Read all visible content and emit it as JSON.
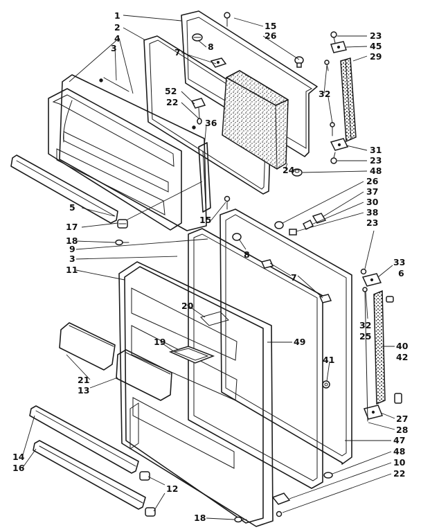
{
  "diagram": {
    "callouts": [
      {
        "id": "c1",
        "label": "1"
      },
      {
        "id": "c2",
        "label": "2"
      },
      {
        "id": "c4",
        "label": "4"
      },
      {
        "id": "c3a",
        "label": "3"
      },
      {
        "id": "c15a",
        "label": "15"
      },
      {
        "id": "c26a",
        "label": "26"
      },
      {
        "id": "c8a",
        "label": "8"
      },
      {
        "id": "c7a",
        "label": "7"
      },
      {
        "id": "c52",
        "label": "52"
      },
      {
        "id": "c22a",
        "label": "22"
      },
      {
        "id": "c36",
        "label": "36"
      },
      {
        "id": "c23a",
        "label": "23"
      },
      {
        "id": "c45",
        "label": "45"
      },
      {
        "id": "c29",
        "label": "29"
      },
      {
        "id": "c32a",
        "label": "32"
      },
      {
        "id": "c31",
        "label": "31"
      },
      {
        "id": "c23b",
        "label": "23"
      },
      {
        "id": "c48a",
        "label": "48"
      },
      {
        "id": "c24",
        "label": "24"
      },
      {
        "id": "c26b",
        "label": "26"
      },
      {
        "id": "c37",
        "label": "37"
      },
      {
        "id": "c30",
        "label": "30"
      },
      {
        "id": "c38",
        "label": "38"
      },
      {
        "id": "c23c",
        "label": "23"
      },
      {
        "id": "c5",
        "label": "5"
      },
      {
        "id": "c17",
        "label": "17"
      },
      {
        "id": "c15b",
        "label": "15"
      },
      {
        "id": "c18a",
        "label": "18"
      },
      {
        "id": "c9",
        "label": "9"
      },
      {
        "id": "c3b",
        "label": "3"
      },
      {
        "id": "c11",
        "label": "11"
      },
      {
        "id": "c8b",
        "label": "8"
      },
      {
        "id": "c7b",
        "label": "7"
      },
      {
        "id": "c33",
        "label": "33"
      },
      {
        "id": "c6",
        "label": "6"
      },
      {
        "id": "c20",
        "label": "20"
      },
      {
        "id": "c19",
        "label": "19"
      },
      {
        "id": "c49",
        "label": "49"
      },
      {
        "id": "c32b",
        "label": "32"
      },
      {
        "id": "c25",
        "label": "25"
      },
      {
        "id": "c40",
        "label": "40"
      },
      {
        "id": "c42",
        "label": "42"
      },
      {
        "id": "c41",
        "label": "41"
      },
      {
        "id": "c21",
        "label": "21"
      },
      {
        "id": "c13",
        "label": "13"
      },
      {
        "id": "c27",
        "label": "27"
      },
      {
        "id": "c28",
        "label": "28"
      },
      {
        "id": "c47",
        "label": "47"
      },
      {
        "id": "c14",
        "label": "14"
      },
      {
        "id": "c16",
        "label": "16"
      },
      {
        "id": "c48b",
        "label": "48"
      },
      {
        "id": "c10",
        "label": "10"
      },
      {
        "id": "c22b",
        "label": "22"
      },
      {
        "id": "c12",
        "label": "12"
      },
      {
        "id": "c18b",
        "label": "18"
      }
    ]
  }
}
